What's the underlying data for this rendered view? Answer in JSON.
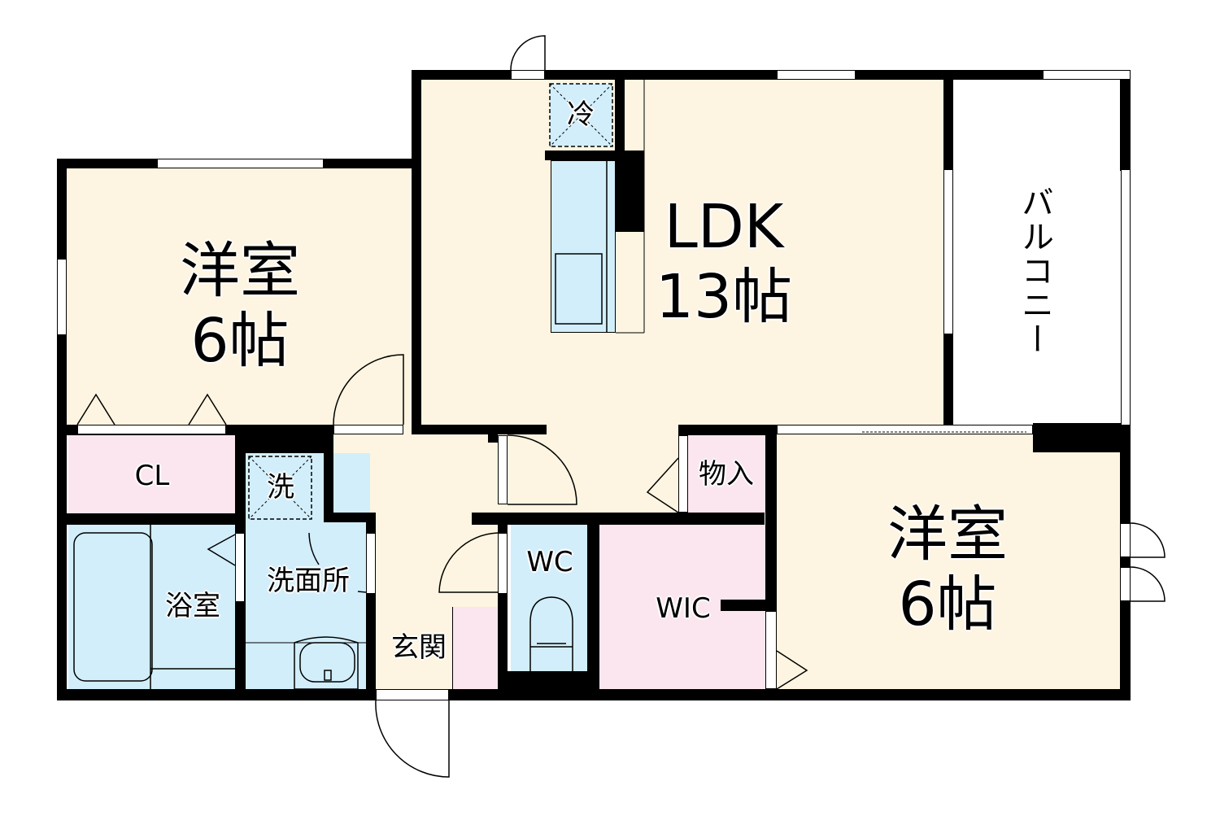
{
  "floor_plan": {
    "layout_type": "2LDK",
    "colors": {
      "living": "#fdf5e1",
      "wet_area": "#d2eefb",
      "storage": "#fbe6ef",
      "balcony": "#ffffff",
      "wall": "#000000"
    },
    "rooms": {
      "western_room_1": {
        "name": "洋室",
        "size": "6帖"
      },
      "ldk": {
        "name": "LDK",
        "size": "13帖"
      },
      "balcony": {
        "name": "バルコニー"
      },
      "closet": {
        "name": "CL"
      },
      "laundry_space": {
        "name": "洗"
      },
      "refrigerator_space": {
        "name": "冷"
      },
      "washroom": {
        "name": "洗面所"
      },
      "bathroom": {
        "name": "浴室"
      },
      "entrance": {
        "name": "玄関"
      },
      "toilet": {
        "name": "WC"
      },
      "walk_in_closet": {
        "name": "WIC"
      },
      "storage": {
        "name": "物入"
      },
      "western_room_2": {
        "name": "洋室",
        "size": "6帖"
      }
    }
  }
}
